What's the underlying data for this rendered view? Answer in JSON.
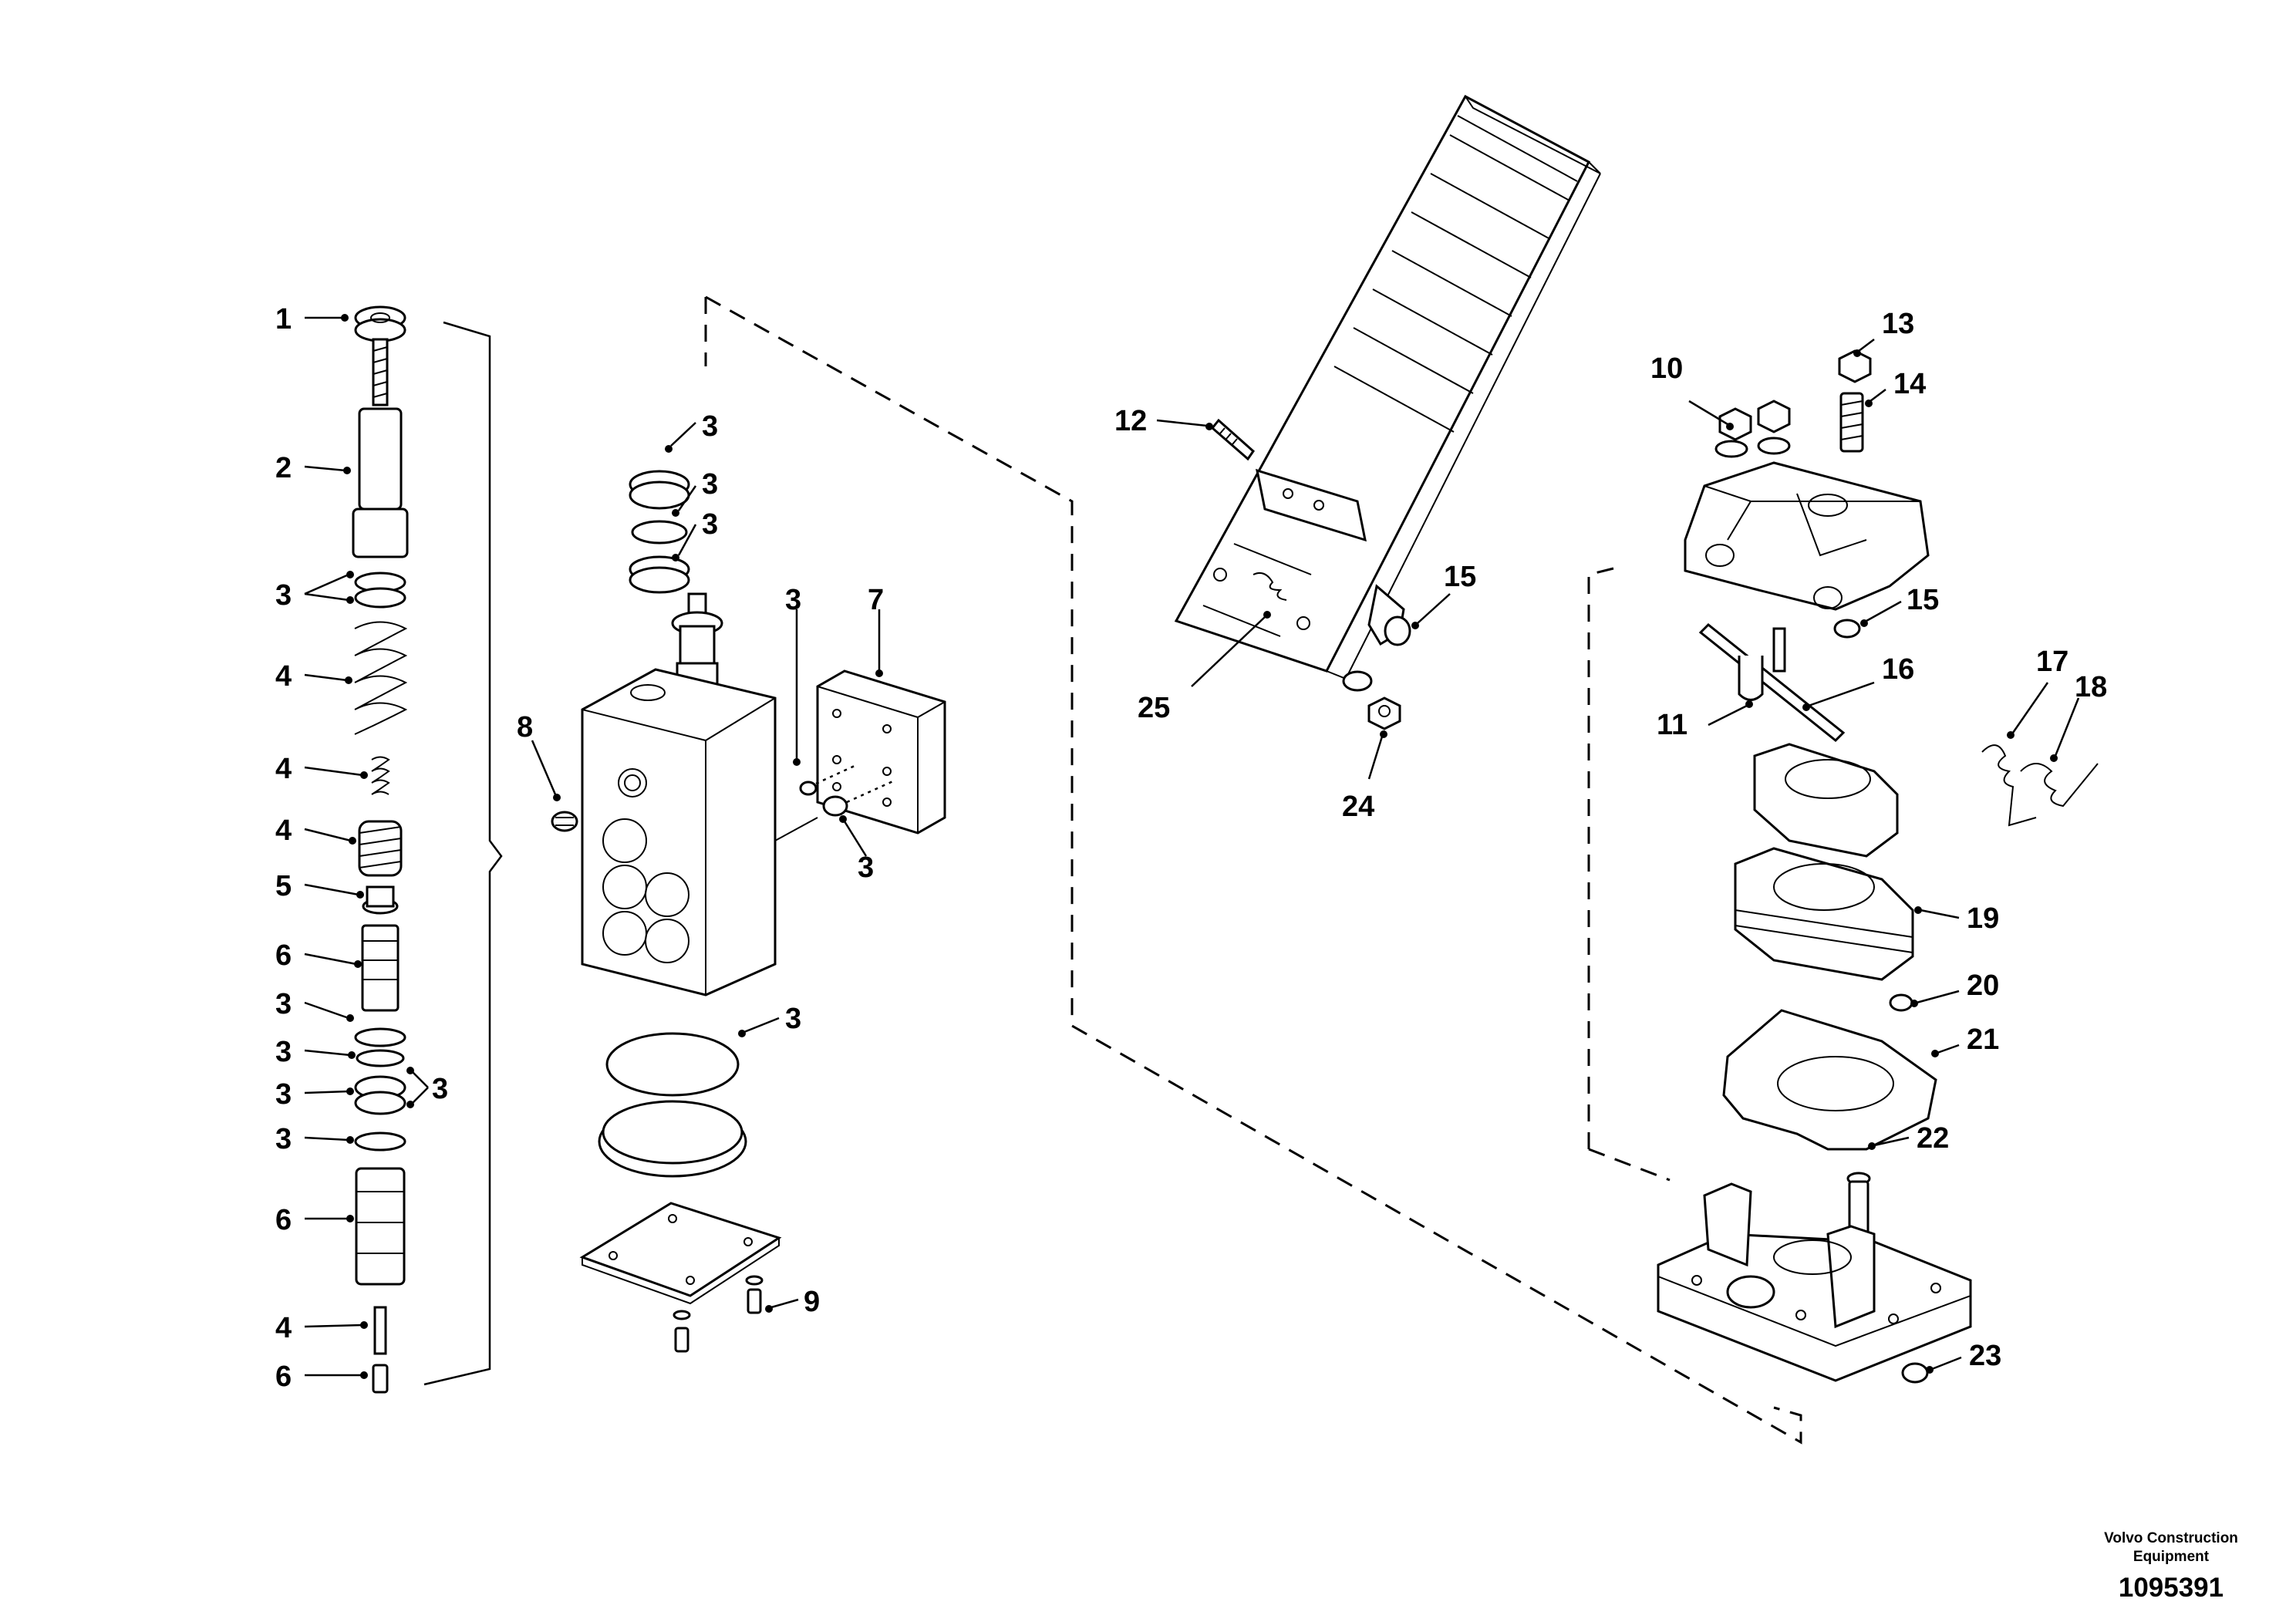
{
  "callouts": {
    "c1": "1",
    "c2": "2",
    "c3a": "3",
    "c4a": "4",
    "c4b": "4",
    "c4c": "4",
    "c5": "5",
    "c6a": "6",
    "c3b": "3",
    "c3c": "3",
    "c3d": "3",
    "c3e": "3",
    "c3f": "3",
    "c6b": "6",
    "c4d": "4",
    "c6c": "6",
    "c3g": "3",
    "c3h": "3",
    "c3i": "3",
    "c3j": "3",
    "c7": "7",
    "c3k": "3",
    "c8": "8",
    "c3l": "3",
    "c9": "9",
    "c12": "12",
    "c15a": "15",
    "c25": "25",
    "c24": "24",
    "c10": "10",
    "c13": "13",
    "c14": "14",
    "c15b": "15",
    "c16": "16",
    "c11": "11",
    "c17": "17",
    "c18": "18",
    "c19": "19",
    "c20": "20",
    "c21": "21",
    "c22": "22",
    "c23": "23"
  },
  "footer": {
    "credit_line1": "Volvo Construction",
    "credit_line2": "Equipment",
    "doc_number": "1095391"
  }
}
